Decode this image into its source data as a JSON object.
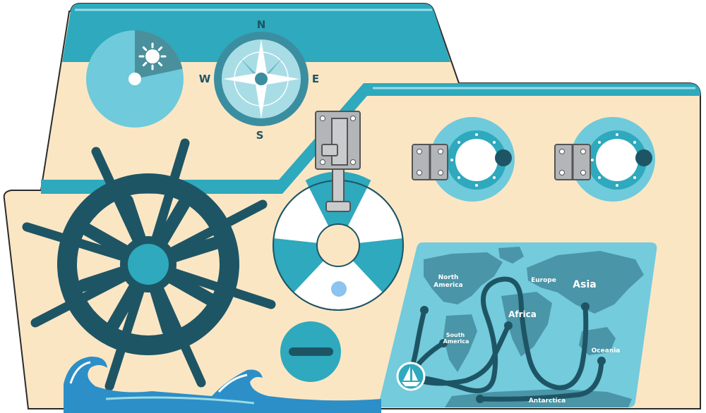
{
  "compass": {
    "north": "N",
    "south": "S",
    "east": "E",
    "west": "W"
  },
  "map": {
    "continents": {
      "north_america_line1": "North",
      "north_america_line2": "America",
      "europe": "Europe",
      "asia": "Asia",
      "africa": "Africa",
      "south_america_line1": "South",
      "south_america_line2": "America",
      "oceania": "Oceania",
      "antarctica": "Antarctica"
    }
  },
  "colors": {
    "hull_cream": "#fbe6c4",
    "teal": "#2ea9bd",
    "light_teal": "#6fcadb",
    "dark_navy": "#1e5565",
    "map_bg": "#73cbdc",
    "map_land": "#4a95a7",
    "water": "#2c8fc7"
  },
  "icons": [
    "sun-icon",
    "compass-rose-icon",
    "ship-wheel-icon",
    "life-ring-icon",
    "porthole-icon",
    "hinge-icon",
    "sliding-bolt-icon",
    "minus-icon",
    "sailboat-icon",
    "wave-icon"
  ]
}
